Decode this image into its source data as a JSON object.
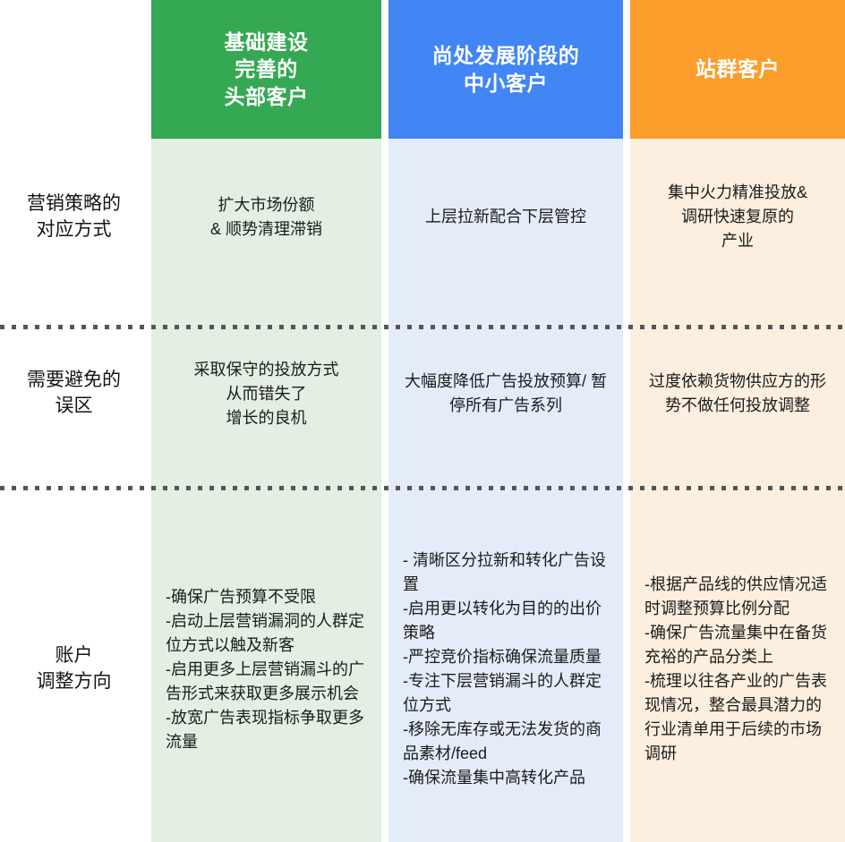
{
  "table": {
    "columns": [
      {
        "id": "head-customers",
        "label": "基础建设\n完善的\n头部客户",
        "color": "#34a853",
        "tint": "#e2efe2"
      },
      {
        "id": "growing-smb",
        "label": "尚处发展阶段的\n中小客户",
        "color": "#4285f4",
        "tint": "#e4ecfa"
      },
      {
        "id": "site-group",
        "label": "站群客户",
        "color": "#fa9d2b",
        "tint": "#fcefdf"
      }
    ],
    "rows": [
      {
        "id": "marketing-strategy",
        "label": "营销策略的\n对应方式",
        "cells": [
          {
            "lines": [
              "扩大市场份额",
              "& 顺势清理滞销"
            ]
          },
          {
            "lines": [
              "上层拉新配合下层管控"
            ]
          },
          {
            "lines": [
              "集中火力精准投放&",
              "调研快速复原的",
              "产业"
            ]
          }
        ]
      },
      {
        "id": "pitfalls-to-avoid",
        "label": "需要避免的\n误区",
        "cells": [
          {
            "lines": [
              "采取保守的投放方式",
              "从而错失了",
              "增长的良机"
            ]
          },
          {
            "lines": [
              "大幅度降低广告投放预算/ 暂停所有广告系列"
            ]
          },
          {
            "lines": [
              "过度依赖货物供应方的形势不做任何投放调整"
            ]
          }
        ]
      },
      {
        "id": "account-adjustments",
        "label": "账户\n调整方向",
        "cells": [
          {
            "bullets": [
              "-确保广告预算不受限",
              "-启动上层营销漏洞的人群定位方式以触及新客",
              "-启用更多上层营销漏斗的广告形式来获取更多展示机会",
              "-放宽广告表现指标争取更多流量"
            ]
          },
          {
            "bullets": [
              "- 清晰区分拉新和转化广告设置",
              "-启用更以转化为目的的出价策略",
              "-严控竞价指标确保流量质量",
              "-专注下层营销漏斗的人群定位方式",
              "-移除无库存或无法发货的商品素材/feed",
              "-确保流量集中高转化产品"
            ]
          },
          {
            "bullets": [
              "-根据产品线的供应情况适时调整预算比例分配",
              "-确保广告流量集中在备货充裕的产品分类上",
              "-梳理以往各产业的广告表现情况，整合最具潜力的行业清单用于后续的市场调研"
            ]
          }
        ]
      }
    ]
  }
}
